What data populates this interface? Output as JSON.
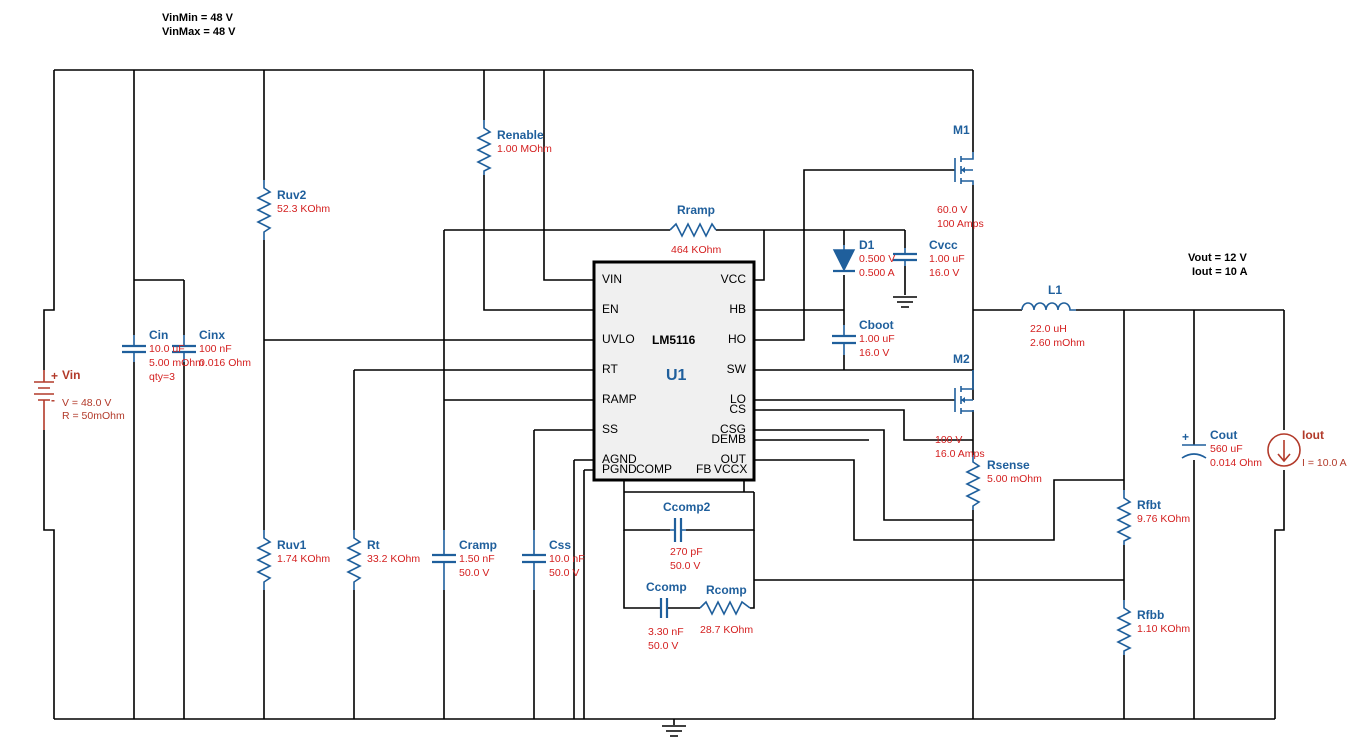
{
  "spec": {
    "vin_min": "VinMin = 48 V",
    "vin_max": "VinMax = 48 V",
    "vout": "Vout = 12 V",
    "iout": "Iout = 10 A"
  },
  "ic": {
    "part": "LM5116",
    "designator": "U1",
    "pins_left": [
      "VIN",
      "EN",
      "UVLO",
      "RT",
      "RAMP",
      "SS",
      "AGND"
    ],
    "pin_pgnd": "PGND",
    "pins_right": [
      "VCC",
      "HB",
      "HO",
      "SW",
      "LO",
      "CS",
      "CSG",
      "DEMB",
      "OUT"
    ],
    "pins_bottom": [
      "COMP",
      "FB",
      "VCCX"
    ]
  },
  "components": {
    "vin": {
      "name": "Vin",
      "v1": "V = 48.0 V",
      "v2": "R = 50mOhm"
    },
    "cin": {
      "name": "Cin",
      "v1": "10.0 uF",
      "v2": "5.00 mOhm",
      "v3": "qty=3"
    },
    "cinx": {
      "name": "Cinx",
      "v1": "100 nF",
      "v2": "0.016 Ohm"
    },
    "ruv2": {
      "name": "Ruv2",
      "v1": "52.3 KOhm"
    },
    "ruv1": {
      "name": "Ruv1",
      "v1": "1.74 KOhm"
    },
    "renable": {
      "name": "Renable",
      "v1": "1.00 MOhm"
    },
    "rt": {
      "name": "Rt",
      "v1": "33.2 KOhm"
    },
    "cramp": {
      "name": "Cramp",
      "v1": "1.50 nF",
      "v2": "50.0 V"
    },
    "css": {
      "name": "Css",
      "v1": "10.0 nF",
      "v2": "50.0 V"
    },
    "rramp": {
      "name": "Rramp",
      "v1": "464 KOhm"
    },
    "d1": {
      "name": "D1",
      "v1": "0.500 V",
      "v2": "0.500 A"
    },
    "cvcc": {
      "name": "Cvcc",
      "v1": "1.00 uF",
      "v2": "16.0 V"
    },
    "cboot": {
      "name": "Cboot",
      "v1": "1.00 uF",
      "v2": "16.0 V"
    },
    "m1": {
      "name": "M1",
      "v1": "60.0 V",
      "v2": "100 Amps"
    },
    "m2": {
      "name": "M2",
      "v1": "100 V",
      "v2": "16.0 Amps"
    },
    "rsense": {
      "name": "Rsense",
      "v1": "5.00 mOhm"
    },
    "l1": {
      "name": "L1",
      "v1": "22.0 uH",
      "v2": "2.60 mOhm"
    },
    "ccomp2": {
      "name": "Ccomp2",
      "v1": "270 pF",
      "v2": "50.0 V"
    },
    "ccomp": {
      "name": "Ccomp",
      "v1": "3.30 nF",
      "v2": "50.0 V"
    },
    "rcomp": {
      "name": "Rcomp",
      "v1": "28.7 KOhm"
    },
    "cout": {
      "name": "Cout",
      "v1": "560 uF",
      "v2": "0.014 Ohm"
    },
    "iout": {
      "name": "Iout",
      "v1": "I = 10.0 A"
    },
    "rfbt": {
      "name": "Rfbt",
      "v1": "9.76 KOhm"
    },
    "rfbb": {
      "name": "Rfbb",
      "v1": "1.10 KOhm"
    }
  }
}
